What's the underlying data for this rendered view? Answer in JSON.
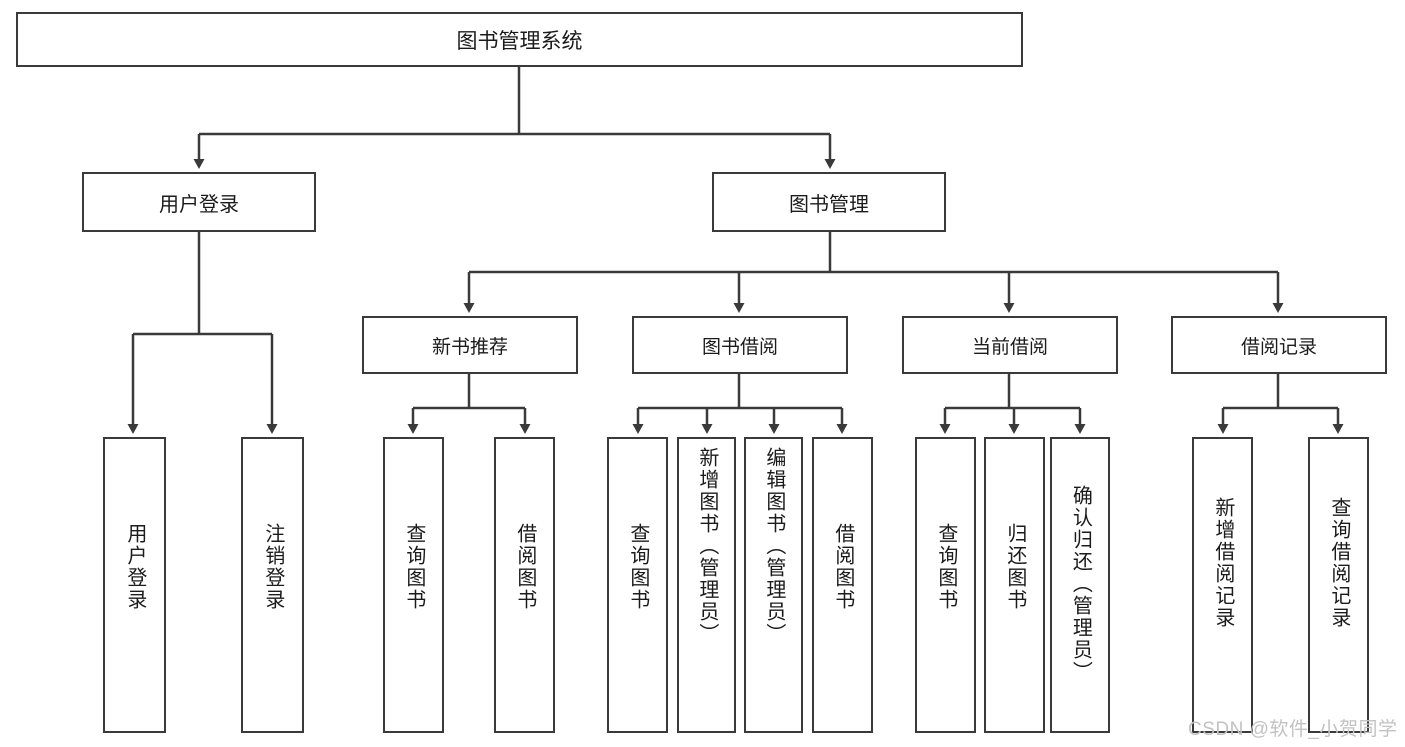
{
  "diagram": {
    "title": "图书管理系统",
    "type": "hierarchy-tree",
    "root": {
      "label": "图书管理系统"
    },
    "level2": [
      {
        "label": "用户登录"
      },
      {
        "label": "图书管理"
      }
    ],
    "level3": [
      {
        "label": "新书推荐"
      },
      {
        "label": "图书借阅"
      },
      {
        "label": "当前借阅"
      },
      {
        "label": "借阅记录"
      }
    ],
    "leaves": {
      "user_login": [
        {
          "label": "用户登录"
        },
        {
          "label": "注销登录"
        }
      ],
      "new_book_recommend": [
        {
          "label": "查询图书"
        },
        {
          "label": "借阅图书"
        }
      ],
      "book_borrow": [
        {
          "label": "查询图书"
        },
        {
          "label": "新增图书（管理员）"
        },
        {
          "label": "编辑图书（管理员）"
        },
        {
          "label": "借阅图书"
        }
      ],
      "current_borrow": [
        {
          "label": "查询图书"
        },
        {
          "label": "归还图书"
        },
        {
          "label": "确认归还（管理员）"
        }
      ],
      "borrow_record": [
        {
          "label": "新增借阅记录"
        },
        {
          "label": "查询借阅记录"
        }
      ]
    }
  },
  "watermark": {
    "text": "CSDN @软件_小贺同学"
  },
  "colors": {
    "box_border": "#3a3a3a",
    "box_fill": "#ffffff",
    "text": "#1b1b1b",
    "connector": "#3a3a3a",
    "watermark": "#c2c2c2"
  }
}
